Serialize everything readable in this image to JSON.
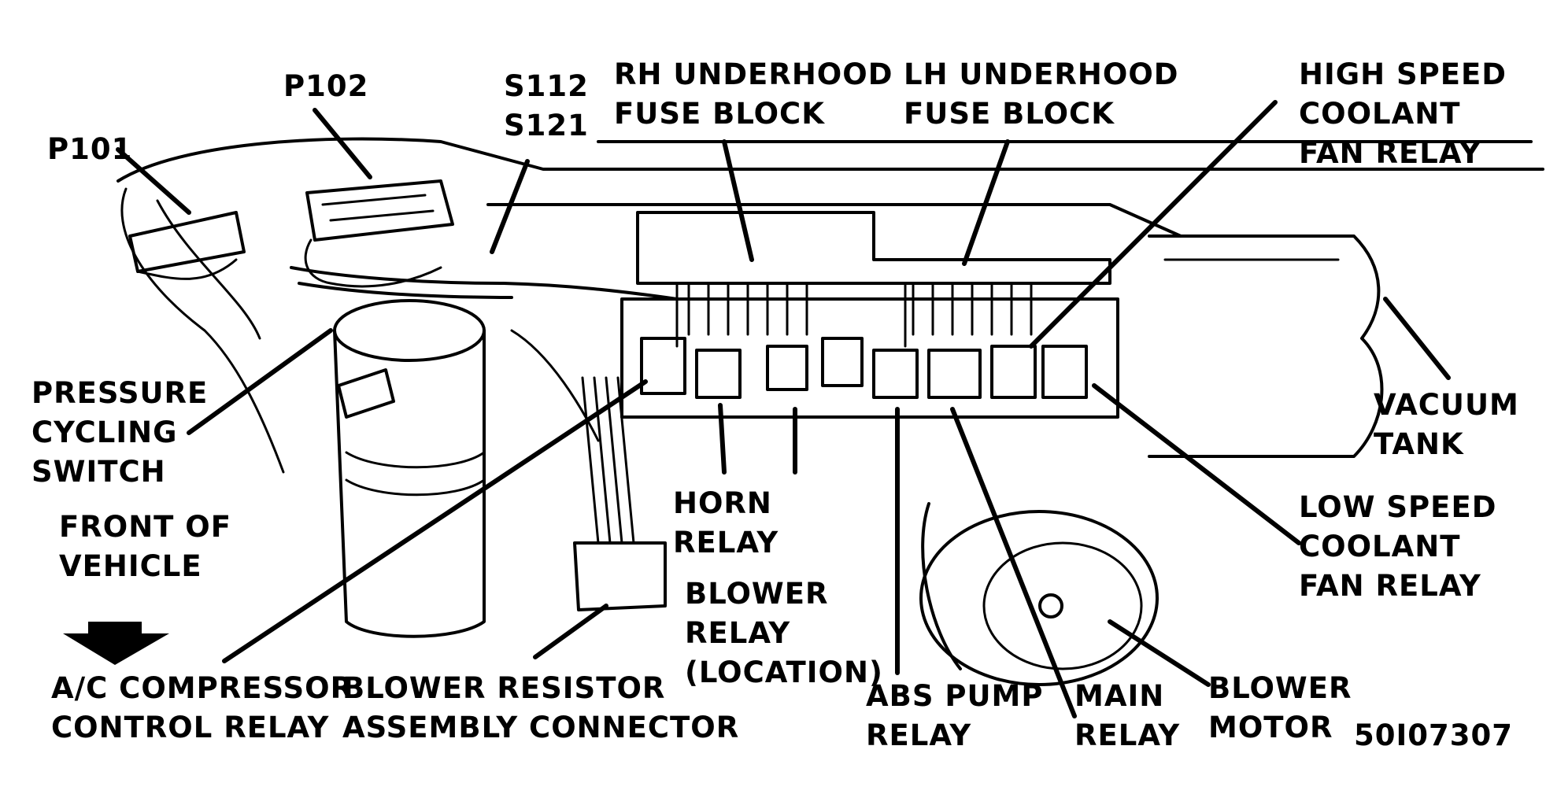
{
  "diagram": {
    "labels": {
      "p101": [
        "P101"
      ],
      "p102": [
        "P102"
      ],
      "s112": [
        "S112",
        "S121"
      ],
      "rh_fuse": [
        "RH UNDERHOOD",
        "FUSE BLOCK"
      ],
      "lh_fuse": [
        "LH UNDERHOOD",
        "FUSE BLOCK"
      ],
      "high_speed": [
        "HIGH SPEED",
        "COOLANT",
        "FAN RELAY"
      ],
      "pressure": [
        "PRESSURE",
        "CYCLING",
        "SWITCH"
      ],
      "front": [
        "FRONT OF",
        "VEHICLE"
      ],
      "vacuum": [
        "VACUUM",
        "TANK"
      ],
      "low_speed": [
        "LOW SPEED",
        "COOLANT",
        "FAN RELAY"
      ],
      "horn": [
        "HORN",
        "RELAY"
      ],
      "blower_relay": [
        "BLOWER",
        "RELAY",
        "(LOCATION)"
      ],
      "ac_comp": [
        "A/C COMPRESSOR",
        "CONTROL RELAY"
      ],
      "blower_res": [
        "BLOWER RESISTOR",
        "ASSEMBLY CONNECTOR"
      ],
      "abs": [
        "ABS PUMP",
        "RELAY"
      ],
      "main": [
        "MAIN",
        "RELAY"
      ],
      "blower_motor": [
        "BLOWER",
        "MOTOR"
      ],
      "part_no": [
        "50I07307"
      ]
    }
  }
}
